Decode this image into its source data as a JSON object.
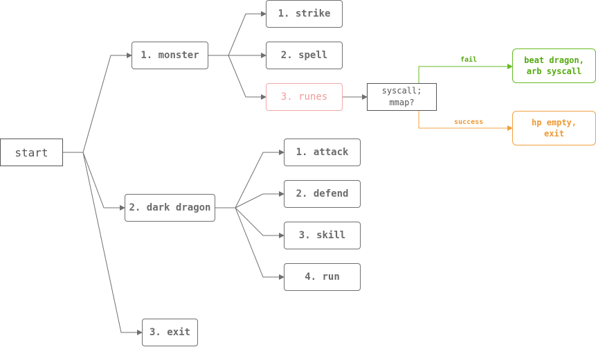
{
  "nodes": {
    "start": "start",
    "monster": "1. monster",
    "strike": "1. strike",
    "spell": "2. spell",
    "runes": "3. runes",
    "syscall_check": "syscall;\nmmap?",
    "beat_dragon": "beat dragon,\narb syscall",
    "hp_empty": "hp empty,\nexit",
    "dark_dragon": "2. dark dragon",
    "attack": "1. attack",
    "defend": "2. defend",
    "skill": "3. skill",
    "run": "4. run",
    "exit": "3. exit"
  },
  "edge_labels": {
    "fail": "fail",
    "success": "success"
  },
  "colors": {
    "line": "#6f6f6f",
    "fail": "#66bb22",
    "success": "#f0a040",
    "highlight": "#f4a6a6"
  }
}
